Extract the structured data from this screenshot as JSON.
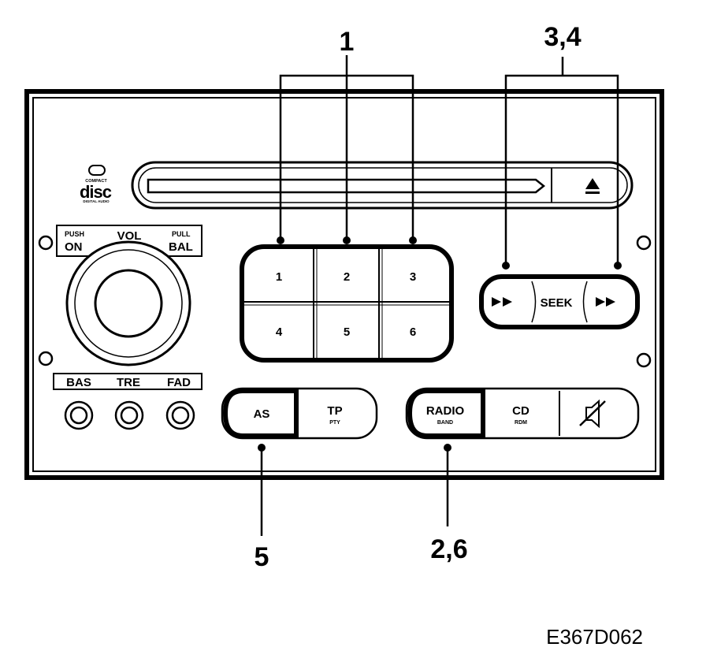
{
  "callouts": {
    "presets": "1",
    "seek": "3,4",
    "as": "5",
    "radio": "2,6"
  },
  "cd_logo": {
    "top": "COMPACT",
    "main": "disc",
    "bottom": "DIGITAL AUDIO"
  },
  "eject_icon": "eject-icon",
  "vol_knob": {
    "push": "PUSH",
    "on": "ON",
    "vol": "VOL",
    "pull": "PULL",
    "bal": "BAL"
  },
  "tone": {
    "bas": "BAS",
    "tre": "TRE",
    "fad": "FAD"
  },
  "presets": [
    "1",
    "2",
    "3",
    "4",
    "5",
    "6"
  ],
  "seek": {
    "label": "SEEK",
    "back_icon": "rewind-icon",
    "fwd_icon": "fast-forward-icon"
  },
  "as_button": {
    "label": "AS"
  },
  "tp_button": {
    "label": "TP",
    "sub": "PTY"
  },
  "radio_button": {
    "label": "RADIO",
    "sub": "BAND"
  },
  "cd_button": {
    "label": "CD",
    "sub": "RDM"
  },
  "mute_button": {
    "icon": "mute-icon"
  },
  "figure_code": "E367D062"
}
